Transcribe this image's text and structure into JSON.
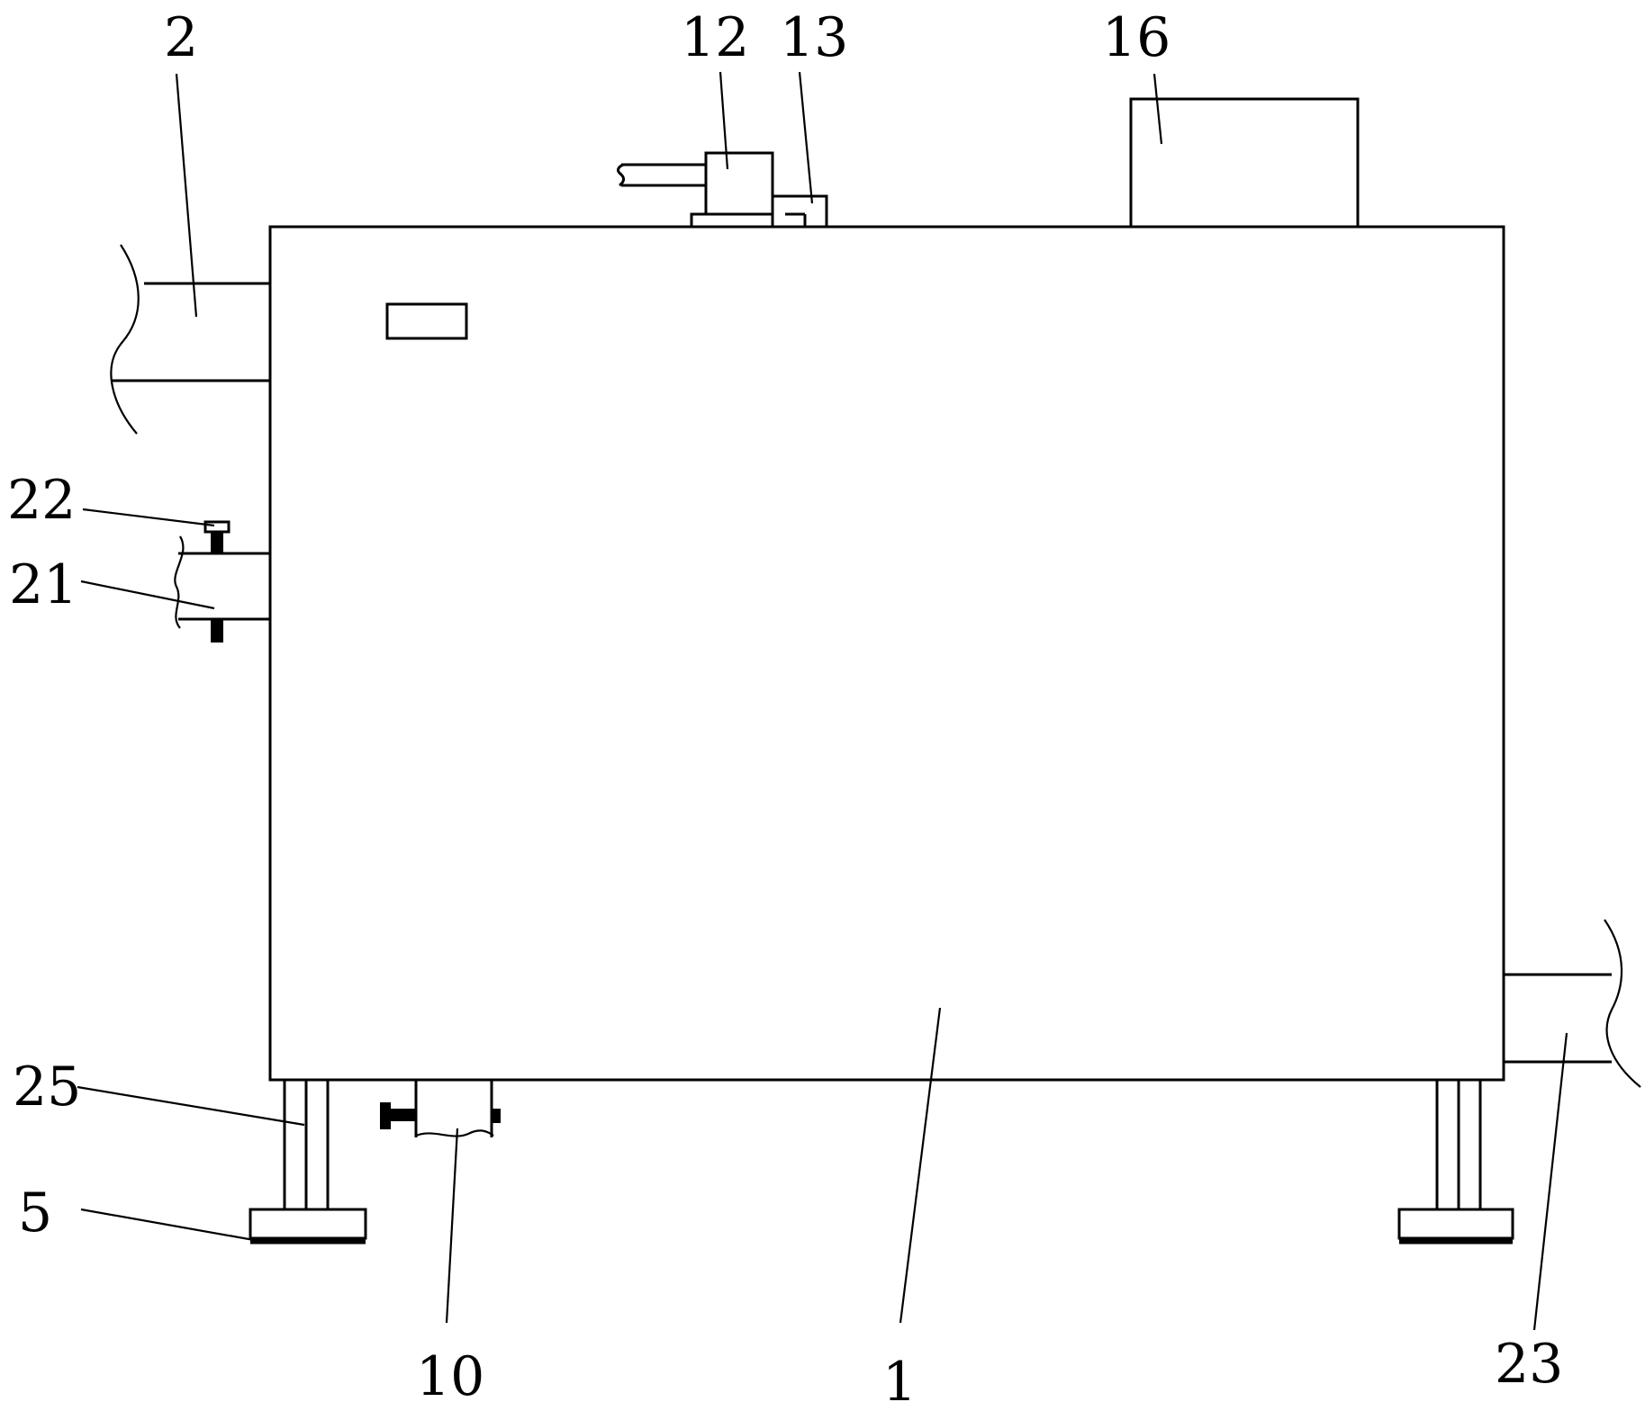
{
  "diagram": {
    "colors": {
      "line": "#000000",
      "background": "#ffffff"
    },
    "labels": {
      "tank_body": "1",
      "inlet_pipe": "2",
      "drain_pipe": "10",
      "top_unit": "12",
      "top_fitting": "13",
      "top_box": "16",
      "side_pipe": "21",
      "clamp_bolt": "22",
      "outlet_pipe": "23",
      "leg": "25",
      "foot_pad": "5"
    }
  }
}
